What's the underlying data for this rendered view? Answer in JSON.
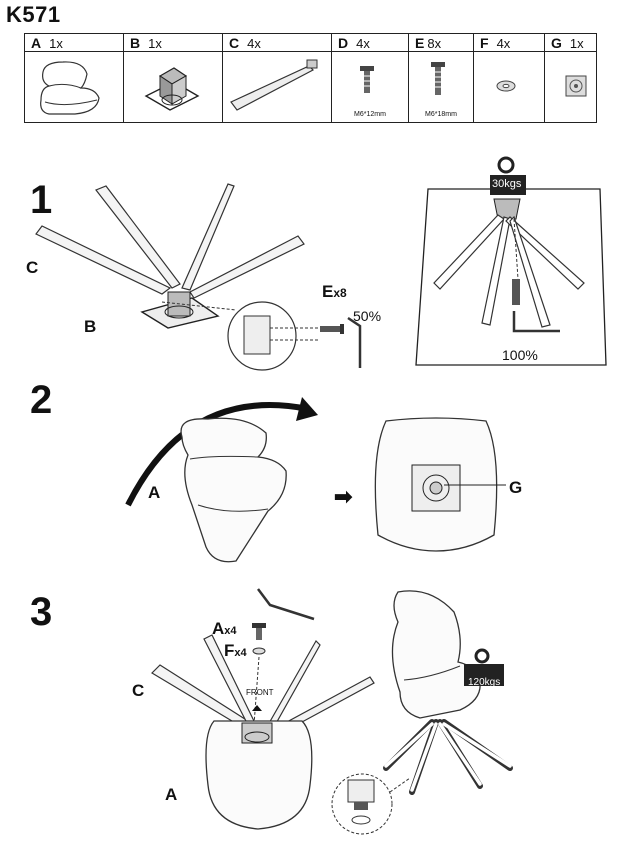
{
  "title": "K571",
  "parts": [
    {
      "letter": "A",
      "qty": "1x",
      "icon": "chair-seat-icon",
      "spec": ""
    },
    {
      "letter": "B",
      "qty": "1x",
      "icon": "swivel-plate-icon",
      "spec": ""
    },
    {
      "letter": "C",
      "qty": "4x",
      "icon": "leg-icon",
      "spec": ""
    },
    {
      "letter": "D",
      "qty": "4x",
      "icon": "screw-d-icon",
      "spec": "M6*12mm"
    },
    {
      "letter": "E",
      "qty": "8x",
      "icon": "screw-e-icon",
      "spec": "M6*18mm"
    },
    {
      "letter": "F",
      "qty": "4x",
      "icon": "washer-icon",
      "spec": ""
    },
    {
      "letter": "G",
      "qty": "1x",
      "icon": "sticker-icon",
      "spec": ""
    }
  ],
  "steps": {
    "s1": {
      "number": "1",
      "label_c": "C",
      "label_b": "B",
      "label_e": "E",
      "qty_e": "x8",
      "pct_tight": "50%",
      "load": "30kgs",
      "pct_full": "100%"
    },
    "s2": {
      "number": "2",
      "label_a": "A",
      "label_g": "G"
    },
    "s3": {
      "number": "3",
      "label_a": "A",
      "qty_a": "x4",
      "label_f": "F",
      "qty_f": "x4",
      "label_c": "C",
      "label_a2": "A",
      "front": "FRONT",
      "load": "120kgs"
    }
  }
}
